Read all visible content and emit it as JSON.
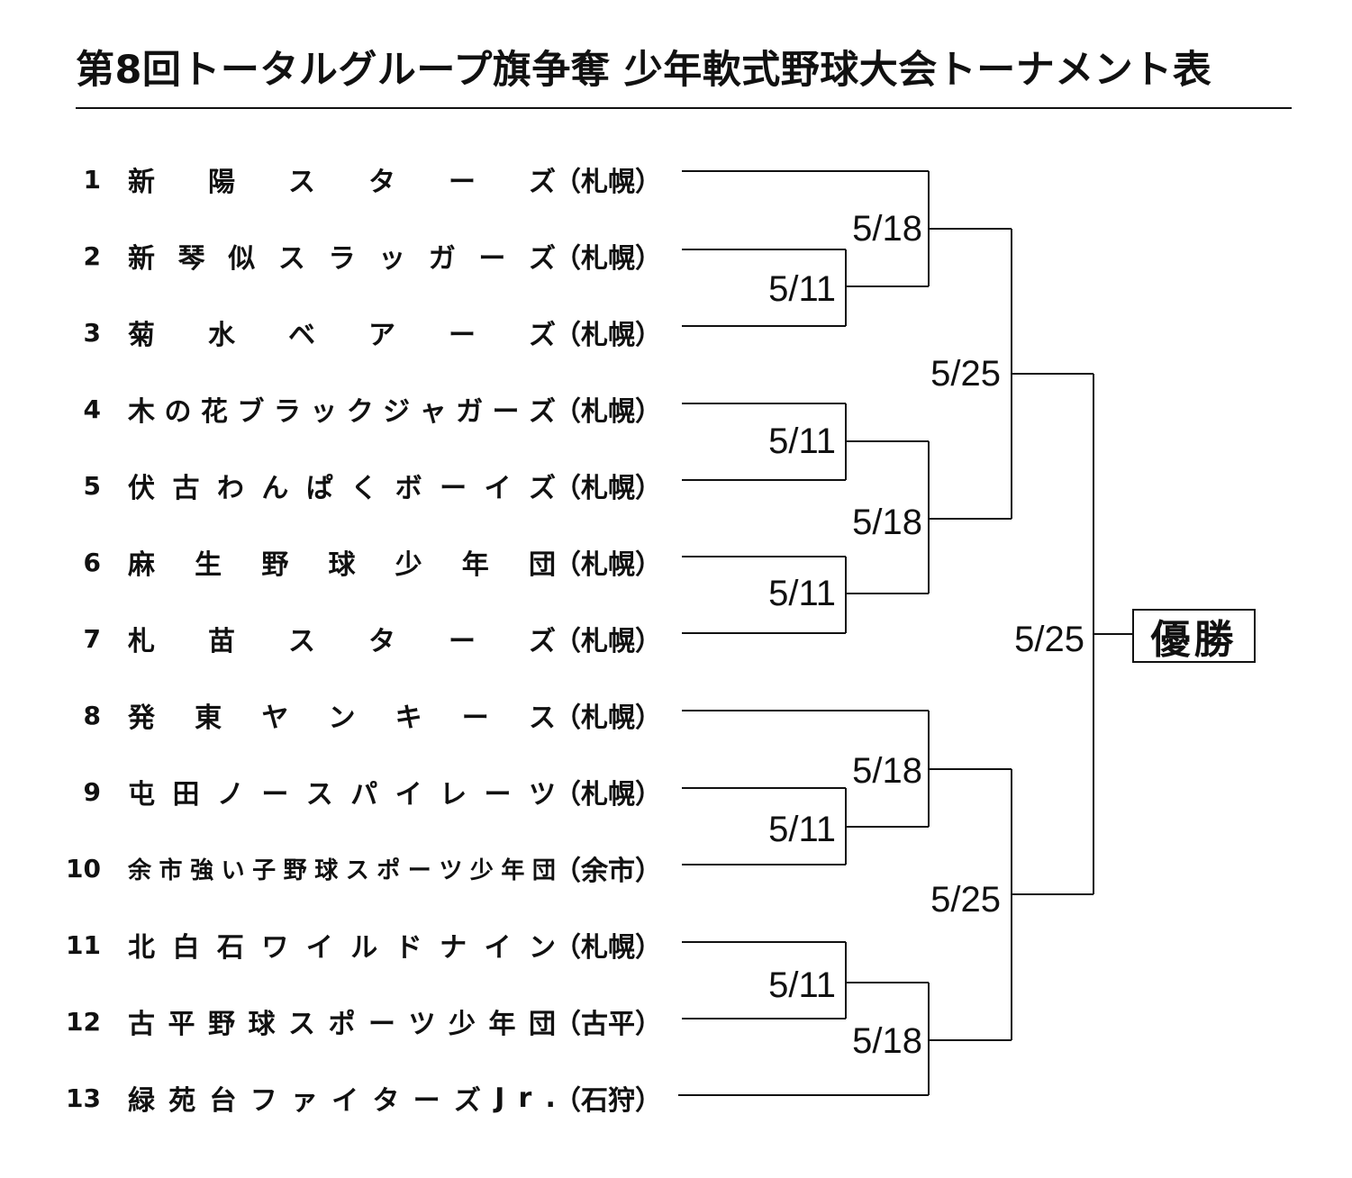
{
  "title": "第8回トータルグループ旗争奪 少年軟式野球大会トーナメント表",
  "champion_label": "優勝",
  "teams": [
    {
      "seed": "1",
      "name": "新陽スターズ",
      "region": "（札幌）"
    },
    {
      "seed": "2",
      "name": "新琴似スラッガーズ",
      "region": "（札幌）"
    },
    {
      "seed": "3",
      "name": "菊水ベアーズ",
      "region": "（札幌）"
    },
    {
      "seed": "4",
      "name": "木の花ブラックジャガーズ",
      "region": "（札幌）"
    },
    {
      "seed": "5",
      "name": "伏古わんぱくボーイズ",
      "region": "（札幌）"
    },
    {
      "seed": "6",
      "name": "麻生野球少年団",
      "region": "（札幌）"
    },
    {
      "seed": "7",
      "name": "札苗スターズ",
      "region": "（札幌）"
    },
    {
      "seed": "8",
      "name": "発東ヤンキース",
      "region": "（札幌）"
    },
    {
      "seed": "9",
      "name": "屯田ノースパイレーツ",
      "region": "（札幌）"
    },
    {
      "seed": "10",
      "name": "余市強い子野球スポーツ少年団",
      "region": "（余市）"
    },
    {
      "seed": "11",
      "name": "北白石ワイルドナイン",
      "region": "（札幌）"
    },
    {
      "seed": "12",
      "name": "古平野球スポーツ少年団",
      "region": "（古平）"
    },
    {
      "seed": "13",
      "name": "緑苑台ファイターズJr.",
      "region": "（石狩）"
    }
  ],
  "matches": {
    "m1": {
      "date": "5/11"
    },
    "m2": {
      "date": "5/11"
    },
    "m3": {
      "date": "5/11"
    },
    "m4": {
      "date": "5/11"
    },
    "m5": {
      "date": "5/11"
    },
    "m6": {
      "date": "5/18"
    },
    "m7": {
      "date": "5/18"
    },
    "m8": {
      "date": "5/18"
    },
    "m9": {
      "date": "5/18"
    },
    "m10": {
      "date": "5/25"
    },
    "m11": {
      "date": "5/25"
    },
    "final": {
      "date": "5/25"
    }
  }
}
